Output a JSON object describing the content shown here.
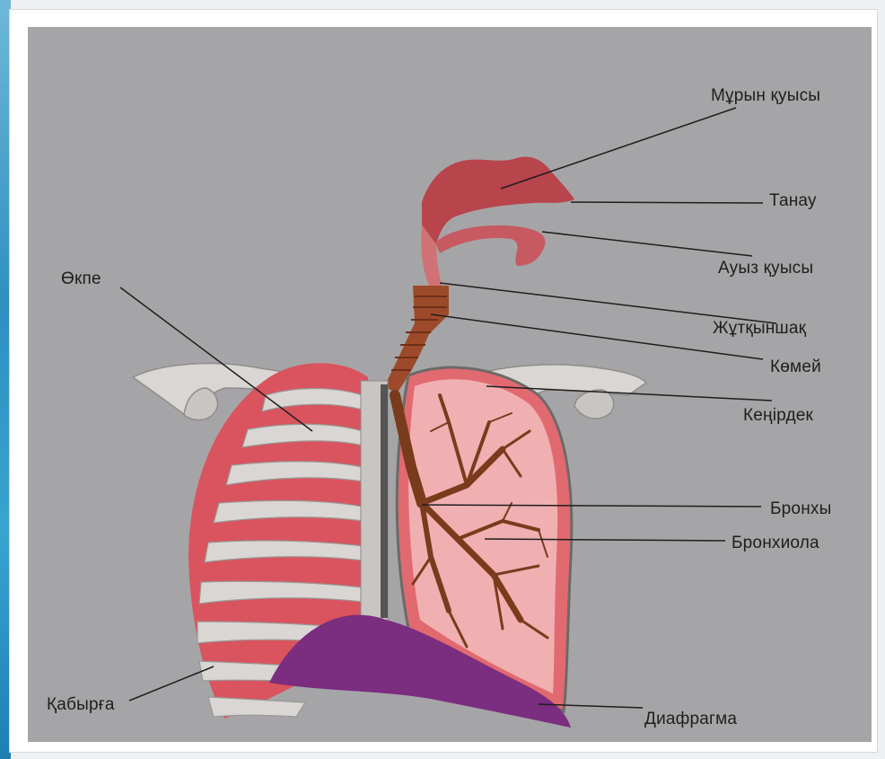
{
  "labels": {
    "nasal_cavity": "Мұрын қуысы",
    "nostril": "Танау",
    "oral_cavity": "Ауыз қуысы",
    "pharynx": "Жұтқыншақ",
    "larynx": "Көмей",
    "trachea": "Кеңірдек",
    "bronchi": "Бронхы",
    "bronchiole": "Бронхиола",
    "diaphragm": "Диафрагма",
    "lung": "Өкпе",
    "rib": "Қабырға"
  },
  "colors": {
    "background": "#a5a5a7",
    "nasal": "#b8444c",
    "airway": "#9c4a2a",
    "lung": "#d9545e",
    "lung_light": "#f0b0b2",
    "bone": "#d9d6d4",
    "bone_dark": "#bdb9b6",
    "bronchi": "#7a3b1c",
    "diaphragm": "#7b2d7f"
  }
}
